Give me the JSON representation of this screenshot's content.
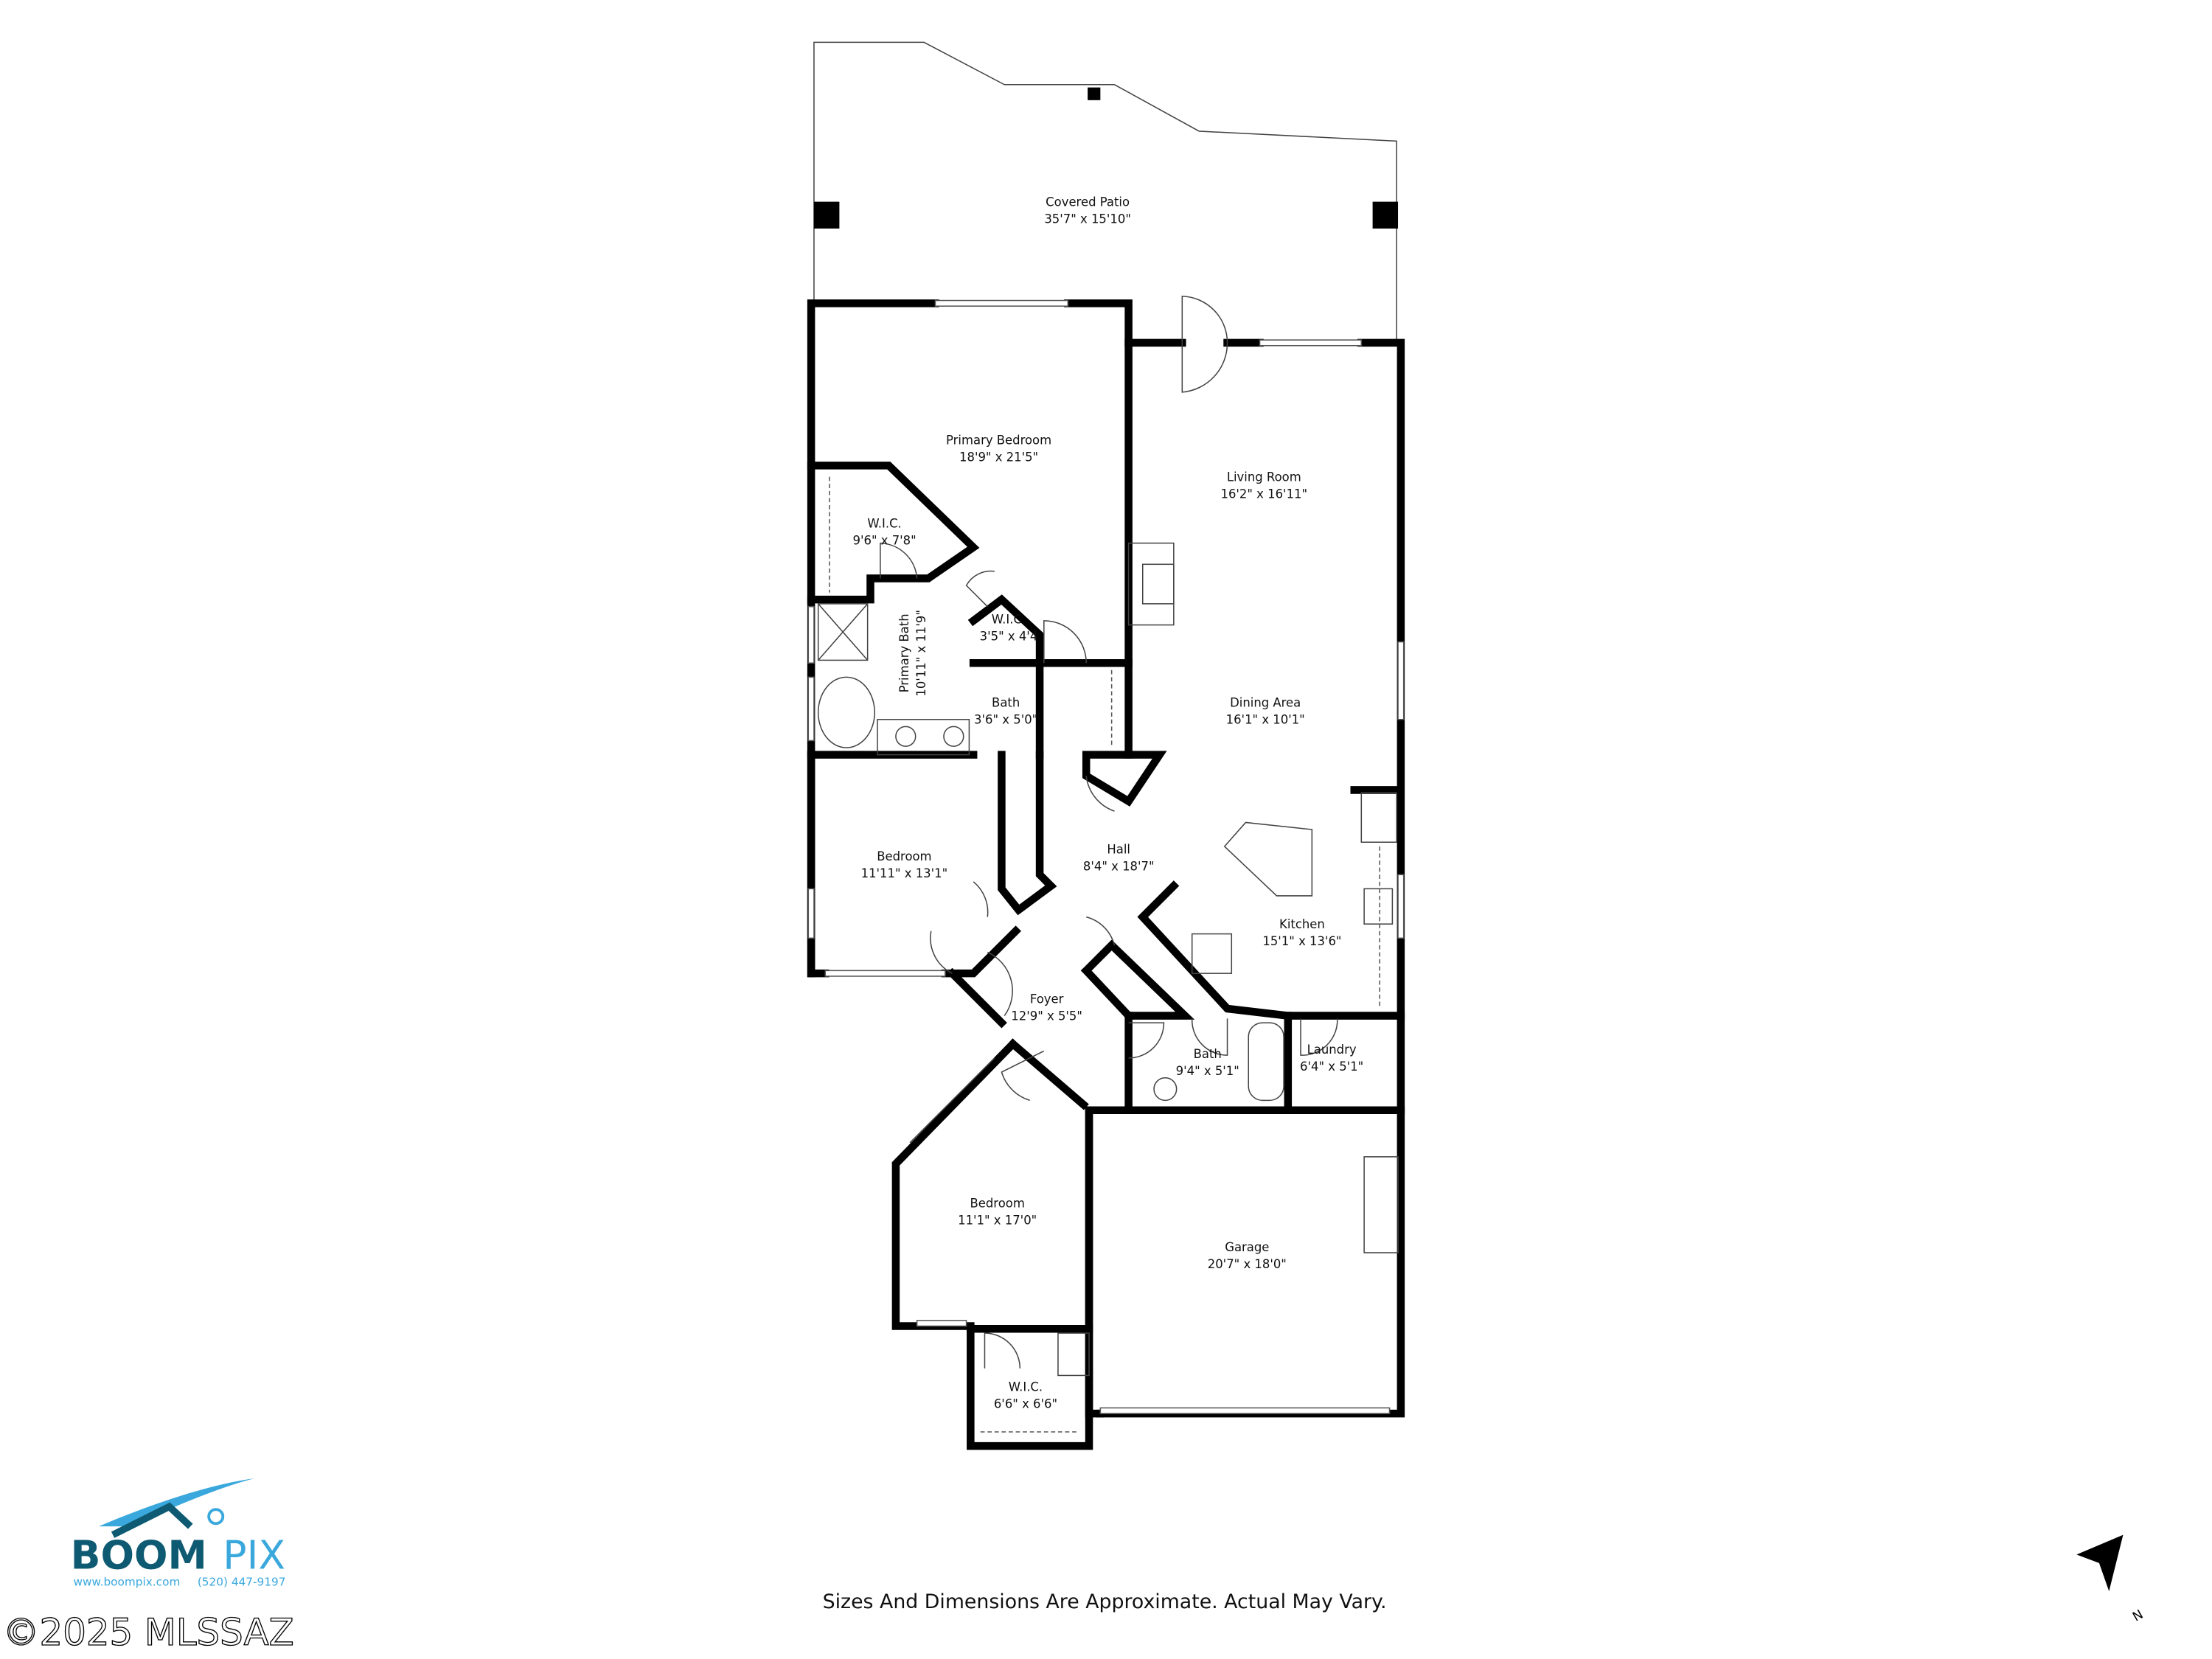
{
  "rooms": {
    "covered_patio": {
      "name": "Covered Patio",
      "dims": "35'7\" x 15'10\""
    },
    "primary_bedroom": {
      "name": "Primary Bedroom",
      "dims": "18'9\" x 21'5\""
    },
    "living_room": {
      "name": "Living Room",
      "dims": "16'2\" x 16'11\""
    },
    "wic_primary": {
      "name": "W.I.C.",
      "dims": "9'6\" x 7'8\""
    },
    "primary_bath": {
      "name": "Primary Bath",
      "dims": "10'11\" x 11'9\""
    },
    "wic_small": {
      "name": "W.I.C.",
      "dims": "3'5\" x 4'4"
    },
    "bath_small": {
      "name": "Bath",
      "dims": "3'6\" x 5'0\""
    },
    "dining_area": {
      "name": "Dining Area",
      "dims": "16'1\" x 10'1\""
    },
    "bedroom_2": {
      "name": "Bedroom",
      "dims": "11'11\" x 13'1\""
    },
    "hall": {
      "name": "Hall",
      "dims": "8'4\" x 18'7\""
    },
    "kitchen": {
      "name": "Kitchen",
      "dims": "15'1\" x 13'6\""
    },
    "foyer": {
      "name": "Foyer",
      "dims": "12'9\" x 5'5\""
    },
    "bath_hall": {
      "name": "Bath",
      "dims": "9'4\" x 5'1\""
    },
    "laundry": {
      "name": "Laundry",
      "dims": "6'4\" x 5'1\""
    },
    "bedroom_3": {
      "name": "Bedroom",
      "dims": "11'1\" x 17'0\""
    },
    "garage": {
      "name": "Garage",
      "dims": "20'7\" x 18'0\""
    },
    "wic_bedroom3": {
      "name": "W.I.C.",
      "dims": "6'6\" x 6'6\""
    }
  },
  "footer": {
    "disclaimer": "Sizes And Dimensions Are Approximate. Actual May Vary."
  },
  "compass": {
    "label": "N"
  },
  "logo": {
    "brand_dark": "BOOM",
    "brand_light": "PIX",
    "website": "www.boompix.com",
    "phone": "(520) 447-9197",
    "colors": {
      "dark": "#0e5a72",
      "light": "#3aa8dc"
    }
  },
  "watermark": {
    "text": "©2025 MLSSAZ"
  }
}
